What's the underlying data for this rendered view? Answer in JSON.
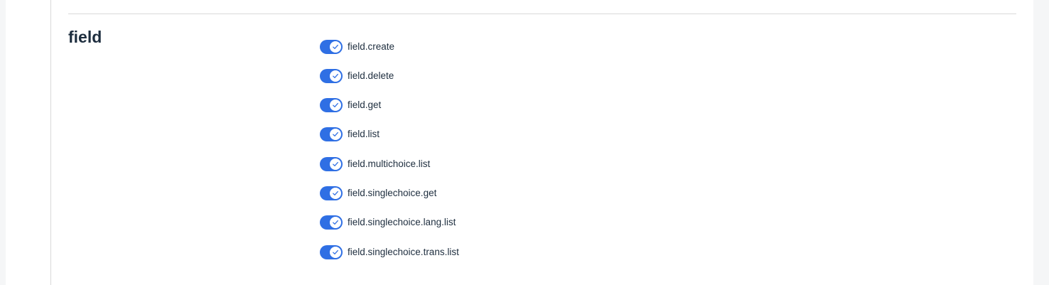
{
  "section": {
    "title": "field"
  },
  "permissions": [
    {
      "label": "field.create",
      "enabled": true
    },
    {
      "label": "field.delete",
      "enabled": true
    },
    {
      "label": "field.get",
      "enabled": true
    },
    {
      "label": "field.list",
      "enabled": true
    },
    {
      "label": "field.multichoice.list",
      "enabled": true
    },
    {
      "label": "field.singlechoice.get",
      "enabled": true
    },
    {
      "label": "field.singlechoice.lang.list",
      "enabled": true
    },
    {
      "label": "field.singlechoice.trans.list",
      "enabled": true
    }
  ],
  "colors": {
    "switch_on": "#2f6fe4",
    "text": "#1d2d3e",
    "divider": "#d9d9d9"
  },
  "icons": {
    "switch_knob": "checkmark-icon"
  }
}
